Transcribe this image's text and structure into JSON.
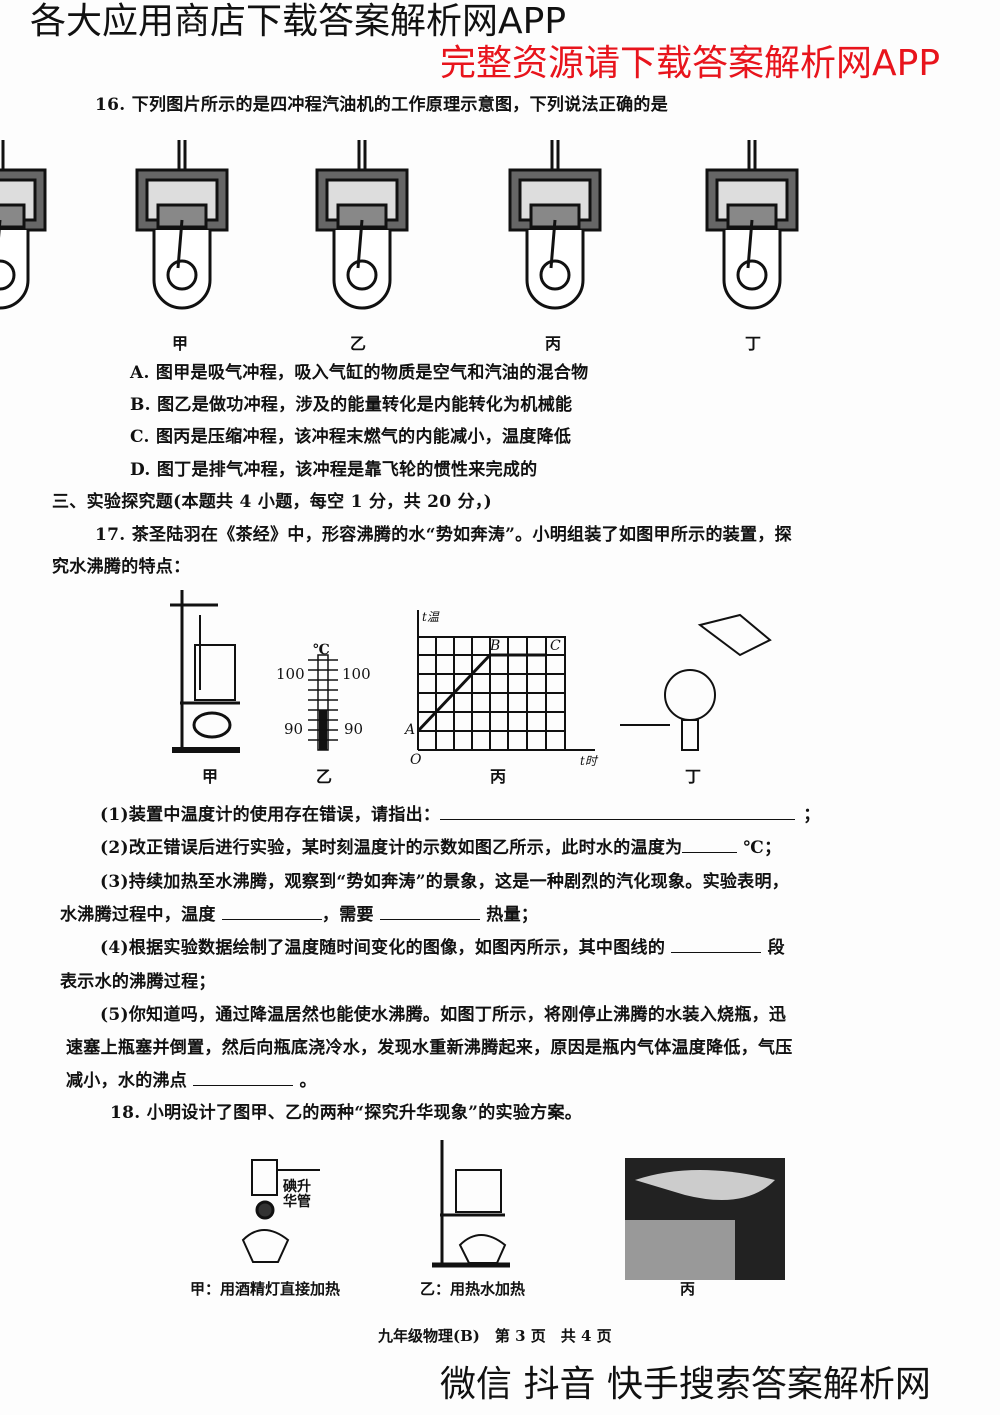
{
  "q16": {
    "stem": "16. 下列图片所示的是四冲程汽油机的工作原理示意图，下列说法正确的是",
    "figure_labels": [
      "甲",
      "乙",
      "丙",
      "丁"
    ],
    "options": [
      "A. 图甲是吸气冲程，吸入气缸的物质是空气和汽油的混合物",
      "B. 图乙是做功冲程，涉及的能量转化是内能转化为机械能",
      "C. 图丙是压缩冲程，该冲程末燃气的内能减小，温度降低",
      "D. 图丁是排气冲程，该冲程是靠飞轮的惯性来完成的"
    ]
  },
  "section3": {
    "heading": "三、实验探究题(本题共 4 小题，每空 1 分，共 20 分，)"
  },
  "q17": {
    "stem_line1": "17. 茶圣陆羽在《茶经》中，形容沸腾的水“势如奔涛”。小明组装了如图甲所示的装置，探",
    "stem_line2": "究水沸腾的特点：",
    "figure_labels": [
      "甲",
      "乙",
      "丙",
      "丁"
    ],
    "thermometer": {
      "unit": "℃",
      "tick_100": "100",
      "tick_90": "90"
    },
    "graph": {
      "y_axis": "t温",
      "x_axis": "t时",
      "origin": "O",
      "point_a": "A",
      "point_b": "B",
      "point_c": "C"
    },
    "p1": "(1)装置中温度计的使用存在错误，请指出：",
    "p1_end": "；",
    "p2": "(2)改正错误后进行实验，某时刻温度计的示数如图乙所示，此时水的温度为",
    "p2_end": "℃；",
    "p3_line1": "(3)持续加热至水沸腾，观察到“势如奔涛”的景象，这是一种剧烈的汽化现象。实验表明，",
    "p3_a": "水沸腾过程中，温度",
    "p3_b": "，需要",
    "p3_c": "热量；",
    "p4_line1": "(4)根据实验数据绘制了温度随时间变化的图像，如图丙所示，其中图线的",
    "p4_end": "段",
    "p4_line2": "表示水的沸腾过程；",
    "p5_line1": "(5)你知道吗，通过降温居然也能使水沸腾。如图丁所示，将刚停止沸腾的水装入烧瓶，迅",
    "p5_line2": "速塞上瓶塞并倒置，然后向瓶底浇冷水，发现水重新沸腾起来，原因是瓶内气体温度降低，气压",
    "p5_line3": "减小，水的沸点",
    "p5_end": "。"
  },
  "q18": {
    "stem": "18. 小明设计了图甲、乙的两种“探究升华现象”的实验方案。",
    "tube_label_1": "碘升",
    "tube_label_2": "华管",
    "caption_a": "甲：用酒精灯直接加热",
    "caption_b": "乙：用热水加热",
    "caption_c": "丙"
  },
  "footer": "九年级物理(B)　第 3 页　共 4 页",
  "watermarks": {
    "w1": "各大应用商店下载答案解析网APP",
    "w2": "完整资源请下载答案解析网APP",
    "w3": "微信 抖音 快手搜索答案解析网",
    "w2_color": "#e8141c"
  }
}
